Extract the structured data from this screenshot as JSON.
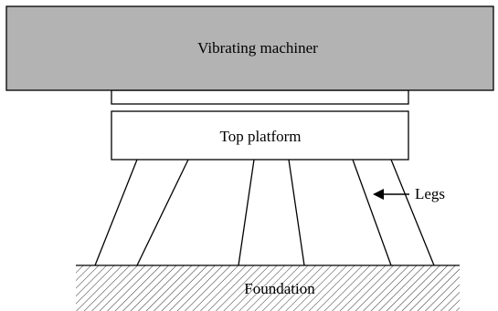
{
  "labels": {
    "machine": "Vibrating machiner",
    "platform": "Top platform",
    "legs": "Legs",
    "foundation": "Foundation"
  },
  "colors": {
    "machine_fill": "#b3b3b3",
    "outline": "#000000",
    "background": "#ffffff"
  }
}
